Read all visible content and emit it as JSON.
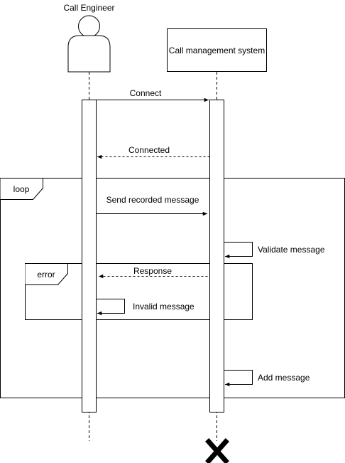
{
  "actors": {
    "engineer": "Call Engineer",
    "system": "Call management system"
  },
  "messages": {
    "connect": "Connect",
    "connected": "Connected",
    "send_recorded": "Send recorded message",
    "validate": "Validate message",
    "response": "Response",
    "invalid": "Invalid message",
    "add": "Add message"
  },
  "fragments": {
    "loop": "loop",
    "error": "error"
  },
  "icons": {
    "actor": "stick-figure-actor-icon",
    "destroy": "destroy-x-icon"
  },
  "colors": {
    "stroke": "#000000",
    "background": "#ffffff"
  }
}
